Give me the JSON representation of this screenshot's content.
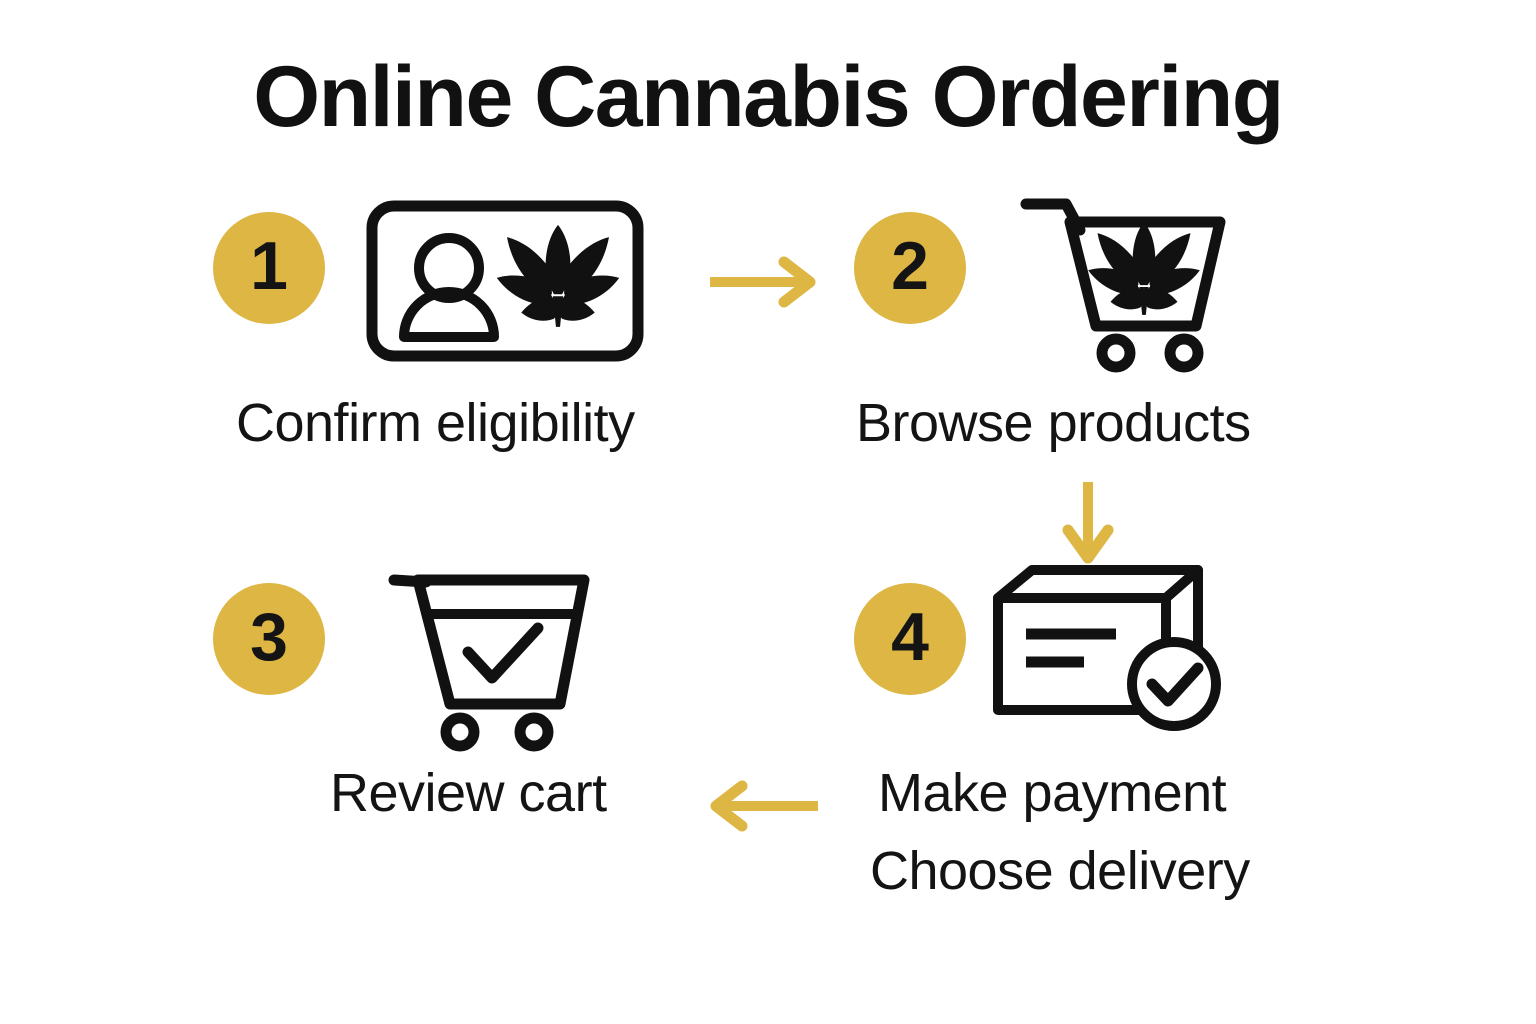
{
  "title": "Online Cannabis Ordering",
  "theme": {
    "gold": "#ddb643",
    "ink": "#141414",
    "background": "#ffffff"
  },
  "steps": [
    {
      "number": "1",
      "label": "Confirm eligibility",
      "icon": "id-card-with-person-and-cannabis-leaf-icon"
    },
    {
      "number": "2",
      "label": "Browse products",
      "icon": "shopping-cart-with-cannabis-leaf-icon"
    },
    {
      "number": "3",
      "label": "Review cart",
      "icon": "shopping-cart-with-checkmark-icon"
    },
    {
      "number": "4",
      "label": "Make payment",
      "label_secondary": "Choose delivery",
      "icon": "package-box-with-check-badge-icon"
    }
  ],
  "arrows": [
    {
      "name": "arrow-step1-to-step2",
      "direction": "right"
    },
    {
      "name": "arrow-step2-to-step4",
      "direction": "down"
    },
    {
      "name": "arrow-step4-to-step3",
      "direction": "left"
    }
  ]
}
